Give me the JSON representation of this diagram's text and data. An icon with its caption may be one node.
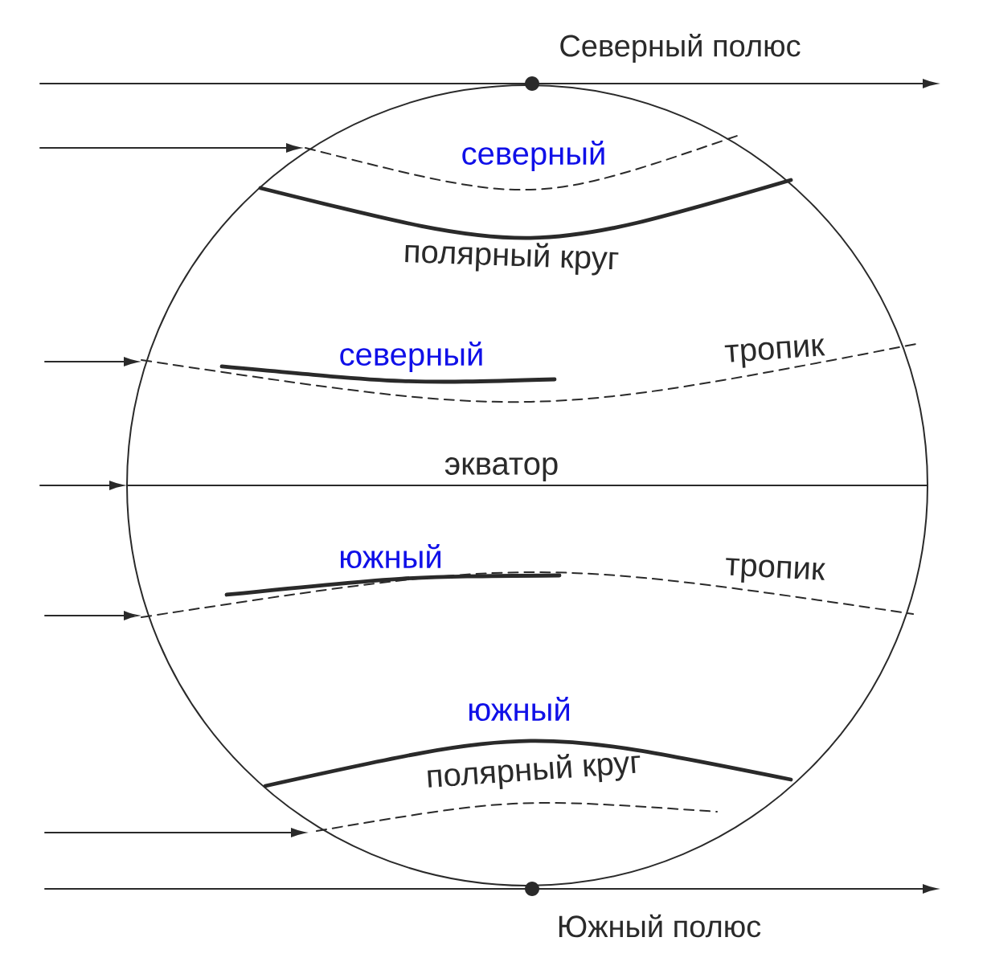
{
  "diagram": {
    "labels": [
      "Северный полюс",
      "северный",
      "полярный круг",
      "северный",
      "тропик",
      "экватор",
      "южный",
      "тропик",
      "южный",
      "полярный круг",
      "Южный полюс"
    ]
  }
}
